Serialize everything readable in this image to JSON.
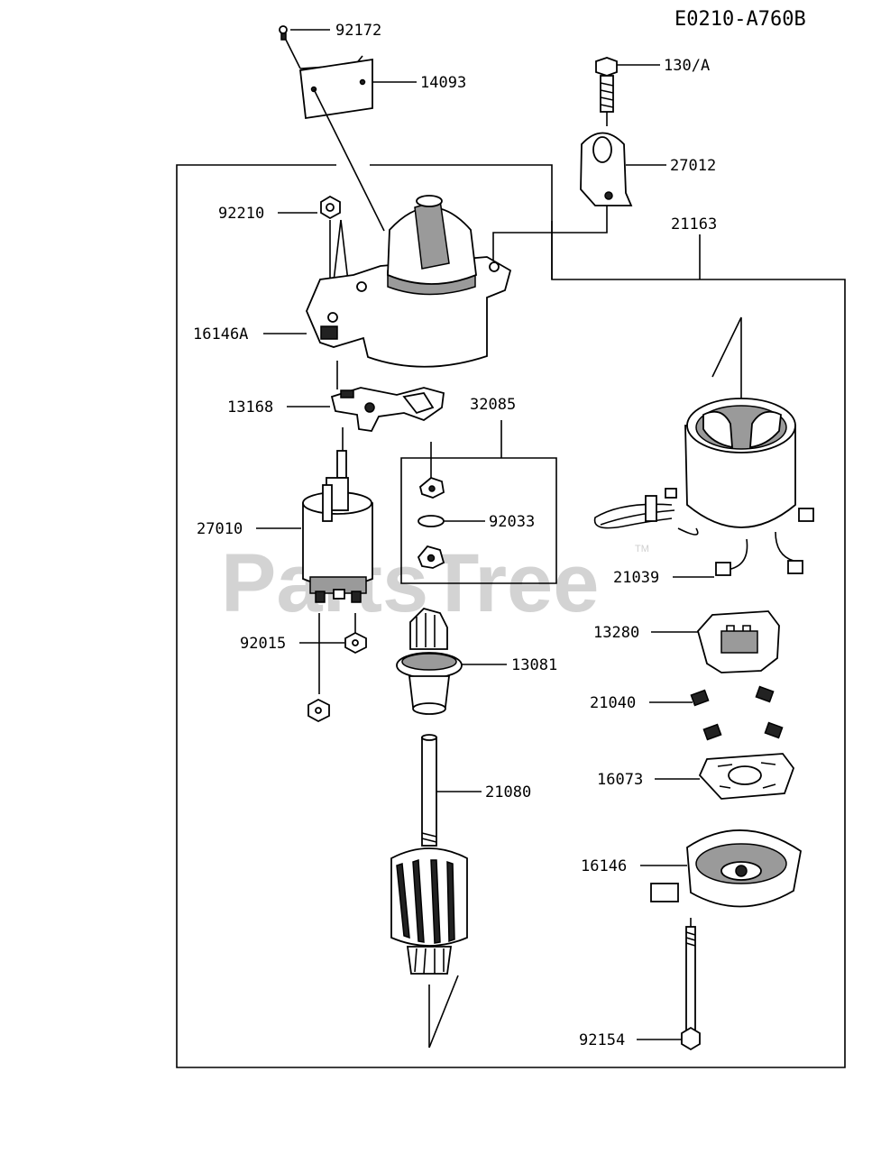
{
  "diagram_code": "E0210-A760B",
  "watermark": "PartsTree",
  "watermark_tm": "TM",
  "labels": {
    "p92172": "92172",
    "p14093": "14093",
    "p130a": "130/A",
    "p27012": "27012",
    "p92210": "92210",
    "p21163": "21163",
    "p16146a": "16146A",
    "p13168": "13168",
    "p32085": "32085",
    "p27010": "27010",
    "p92033": "92033",
    "p21039": "21039",
    "p13280": "13280",
    "p92015": "92015",
    "p13081": "13081",
    "p21040": "21040",
    "p16073": "16073",
    "p21080": "21080",
    "p16146": "16146",
    "p92154": "92154"
  }
}
